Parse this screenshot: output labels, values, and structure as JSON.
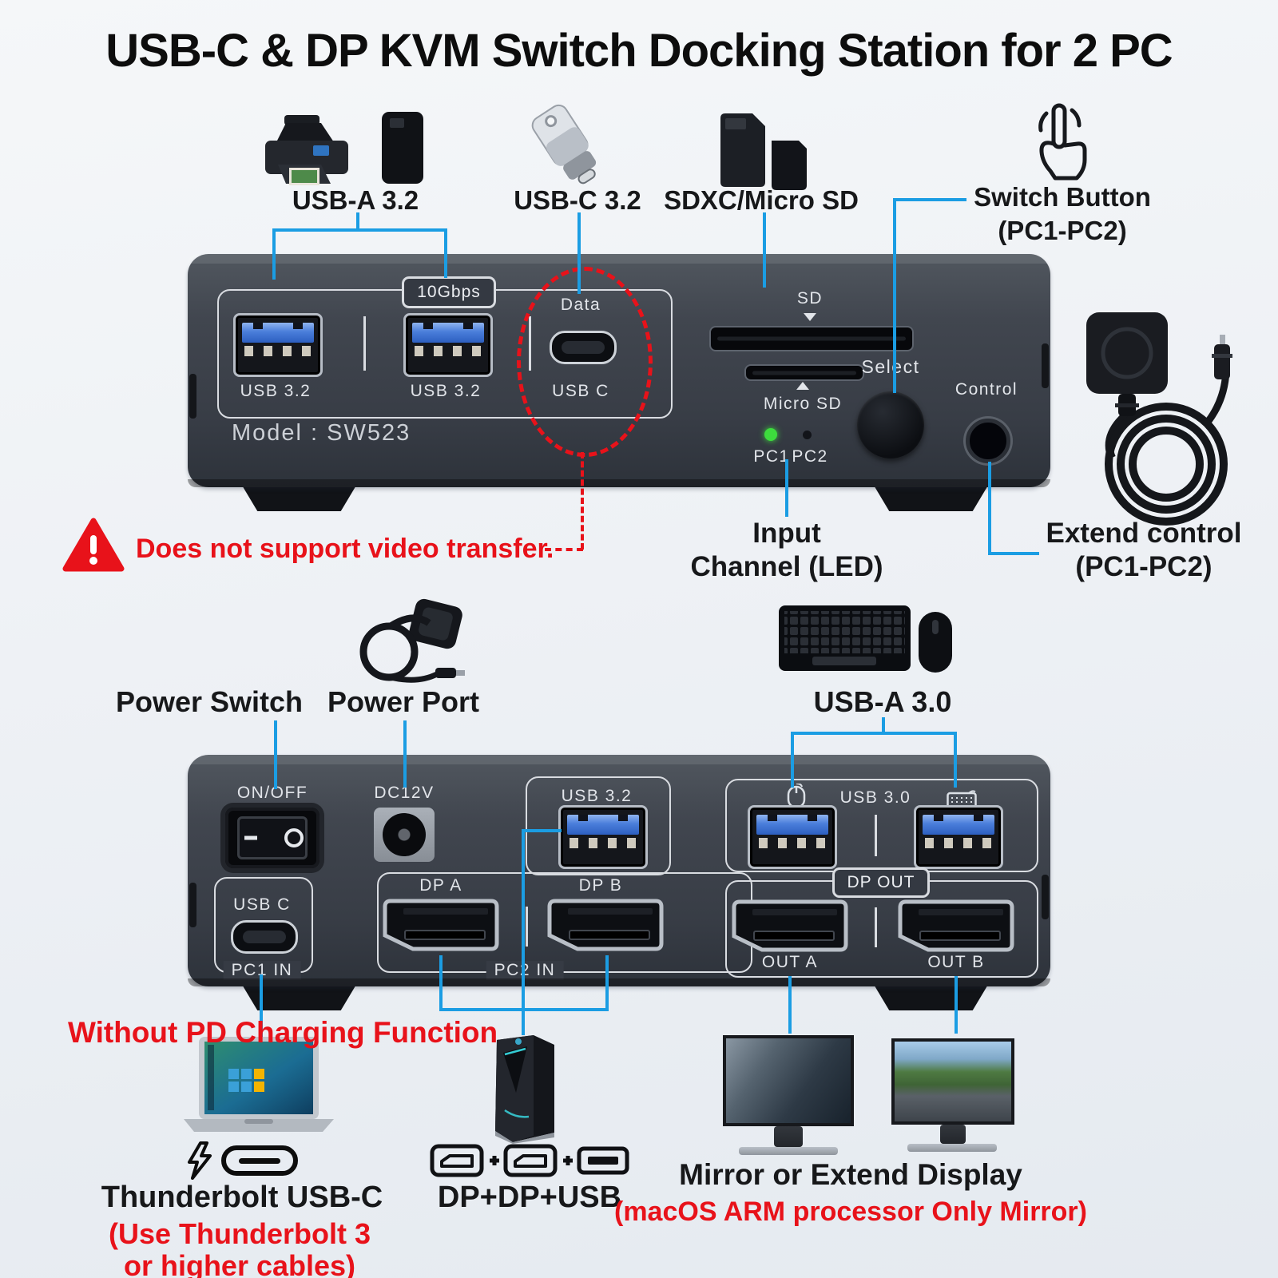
{
  "title": "USB-C & DP KVM Switch Docking Station for 2 PC",
  "top": {
    "usb_a_label": "USB-A 3.2",
    "usb_c_label": "USB-C 3.2",
    "sd_label": "SDXC/Micro SD",
    "switch_line1": "Switch Button",
    "switch_line2": "(PC1-PC2)"
  },
  "front": {
    "speed_badge": "10Gbps",
    "usb1": "USB 3.2",
    "usb2": "USB 3.2",
    "data": "Data",
    "usbc": "USB C",
    "sd": "SD",
    "micro_sd": "Micro SD",
    "select": "Select",
    "control": "Control",
    "pc1": "PC1",
    "pc2": "PC2",
    "model": "Model : SW523"
  },
  "notes": {
    "no_video": "Does not support video transfer.",
    "input_line1": "Input",
    "input_line2": "Channel (LED)",
    "extend_line1": "Extend control",
    "extend_line2": "(PC1-PC2)"
  },
  "mid": {
    "power_switch": "Power Switch",
    "power_port": "Power Port",
    "usb_a30": "USB-A 3.0"
  },
  "rear": {
    "onoff": "ON/OFF",
    "dc12v": "DC12V",
    "usb32": "USB 3.2",
    "usb30": "USB 3.0",
    "usbc": "USB C",
    "pc1_in": "PC1 IN",
    "pc2_in": "PC2 IN",
    "dp_a": "DP A",
    "dp_b": "DP B",
    "dp_out": "DP OUT",
    "out_a": "OUT A",
    "out_b": "OUT B"
  },
  "bottom": {
    "no_pd": "Without PD Charging Function",
    "thunderbolt": "Thunderbolt USB-C",
    "tb_note1": "(Use Thunderbolt 3",
    "tb_note2": "or higher cables)",
    "dp_dp_usb": "DP+DP+USB",
    "mirror": "Mirror or Extend Display",
    "mirror_note": "(macOS ARM processor Only Mirror)"
  },
  "colors": {
    "accent_blue": "#1b9de3",
    "warning_red": "#e8121a",
    "device_gray": "#3c414b",
    "led_green": "#3ddd3d"
  }
}
